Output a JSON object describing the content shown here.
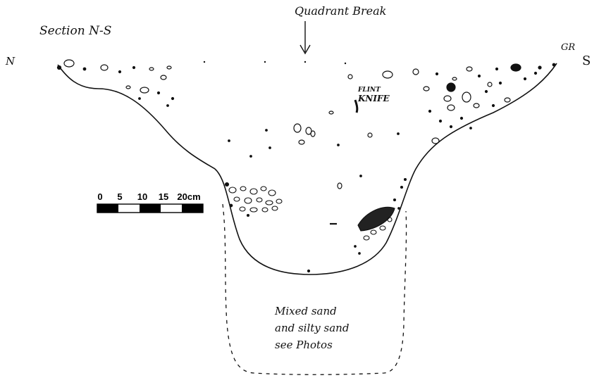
{
  "labels": {
    "title": "Section N-S",
    "north": "N",
    "south": "S",
    "gr": "GR",
    "quadrant_break": "Quadrant Break",
    "flint_line1": "FLINT",
    "flint_line2": "KNIFE",
    "fill_line1": "Mixed sand",
    "fill_line2": "and silty sand",
    "fill_line3": "see Photos"
  },
  "scale_bar": {
    "ticks": [
      "0",
      "5",
      "10",
      "15",
      "20cm"
    ],
    "unit": "cm"
  },
  "colors": {
    "ink": "#111111",
    "background": "#ffffff"
  }
}
